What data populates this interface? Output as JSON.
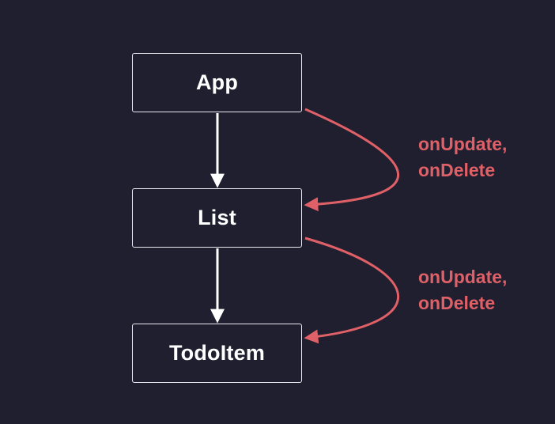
{
  "diagram": {
    "nodes": [
      {
        "id": "app",
        "label": "App"
      },
      {
        "id": "list",
        "label": "List"
      },
      {
        "id": "todoitem",
        "label": "TodoItem"
      }
    ],
    "edges": [
      {
        "from": "app",
        "to": "list",
        "kind": "child"
      },
      {
        "from": "list",
        "to": "todoitem",
        "kind": "child"
      },
      {
        "from": "app",
        "to": "list",
        "kind": "props",
        "label_lines": [
          "onUpdate,",
          "onDelete"
        ]
      },
      {
        "from": "list",
        "to": "todoitem",
        "kind": "props",
        "label_lines": [
          "onUpdate,",
          "onDelete"
        ]
      }
    ],
    "colors": {
      "background": "#1f1f2f",
      "node_border": "#e8e8ee",
      "node_text": "#ffffff",
      "child_arrow": "#ffffff",
      "props_arrow": "#e06068",
      "props_label": "#e06068"
    }
  }
}
